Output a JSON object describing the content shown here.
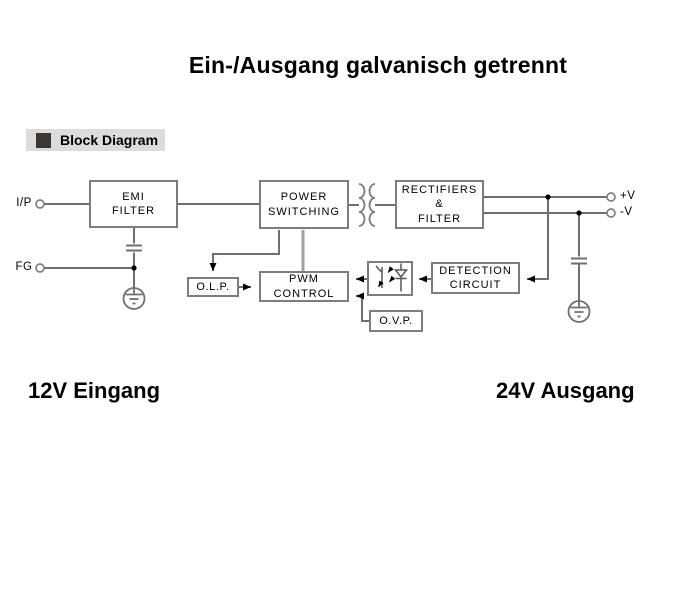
{
  "title": "Ein-/Ausgang galvanisch getrennt",
  "section_header": {
    "label": "Block Diagram"
  },
  "captions": {
    "input": "12V Eingang",
    "output": "24V Ausgang"
  },
  "terminals": {
    "input": "I/P",
    "frame_ground": "FG",
    "v_plus": "+V",
    "v_minus": "-V"
  },
  "blocks": {
    "emi_filter": {
      "label": "EMI\nFILTER"
    },
    "power_switching": {
      "label": "POWER\nSWITCHING"
    },
    "rectifiers_filter": {
      "label": "RECTIFIERS\n&\nFILTER"
    },
    "olp": {
      "label": "O.L.P."
    },
    "pwm_control": {
      "label": "PWM\nCONTROL"
    },
    "detection_circuit": {
      "label": "DETECTION\nCIRCUIT"
    },
    "ovp": {
      "label": "O.V.P."
    }
  },
  "icons": {
    "transformer": "transformer-coils",
    "optocoupler": "photocoupler",
    "input_capacitor": "capacitor",
    "output_capacitor": "capacitor",
    "input_ground": "earth-ground",
    "output_ground": "earth-ground",
    "terminal": "open-circle"
  },
  "colors": {
    "line": "#6f6f6f",
    "box_border": "#7d7d7d",
    "thick_line": "#a0a0a0",
    "arrow": "#000000",
    "header_bg": "#dcdcdc",
    "header_bullet": "#3d3737",
    "text": "#000000",
    "background": "#ffffff"
  }
}
